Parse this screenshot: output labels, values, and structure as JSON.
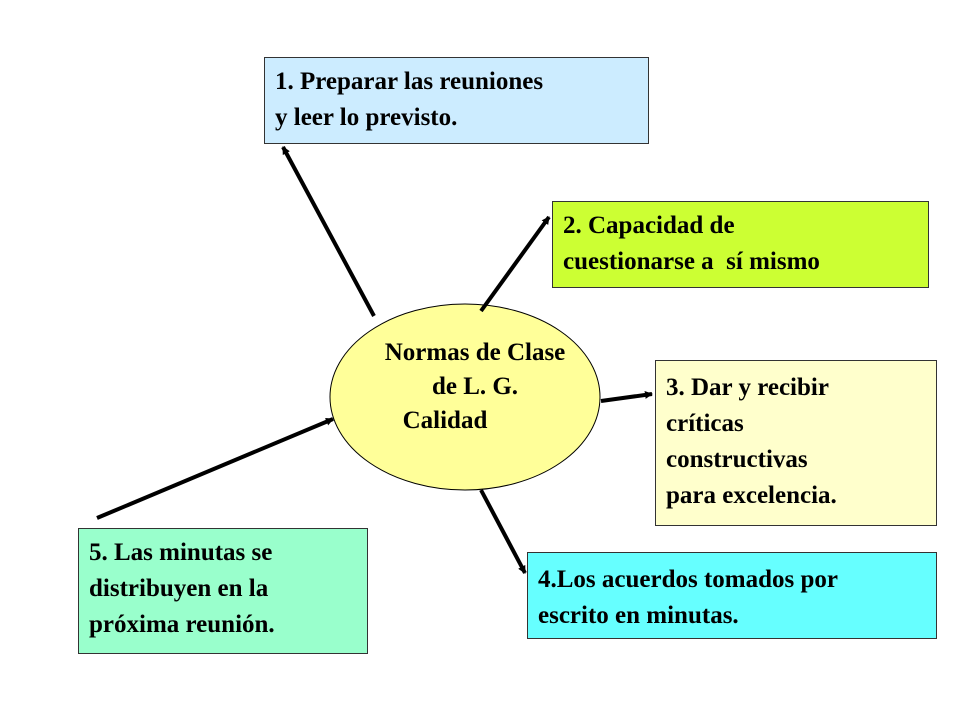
{
  "center": {
    "lines": [
      "Normas de Clase",
      "de L. G.",
      "Calidad"
    ],
    "fill": "#FFFF99"
  },
  "boxes": [
    {
      "id": "1",
      "lines": [
        "1. Preparar las reuniones",
        "y leer lo previsto."
      ],
      "fill": "#CCECFF"
    },
    {
      "id": "2",
      "lines": [
        "2. Capacidad de",
        "cuestionarse a  sí mismo"
      ],
      "fill": "#CCFF33"
    },
    {
      "id": "3",
      "lines": [
        "3. Dar y recibir",
        "críticas",
        "constructivas",
        "para excelencia."
      ],
      "fill": "#FFFFCC"
    },
    {
      "id": "4",
      "lines": [
        "4.Los acuerdos tomados por",
        "escrito en minutas."
      ],
      "fill": "#66FFFF"
    },
    {
      "id": "5",
      "lines": [
        "5. Las minutas se",
        "distribuyen en la",
        "próxima reunión."
      ],
      "fill": "#99FFCC"
    }
  ],
  "colors": {
    "arrow": "#000000",
    "border": "#333333"
  }
}
